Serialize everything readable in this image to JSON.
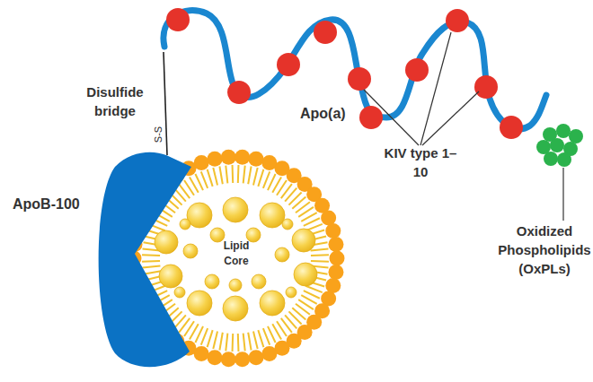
{
  "diagram": {
    "nodes": [
      {
        "text": [
          "Apo(a)"
        ]
      },
      {
        "text": [
          "ApoB-100"
        ]
      },
      {
        "text": [
          "Lipid Core"
        ]
      }
    ],
    "edges": [
      {
        "from": 1,
        "to": 0,
        "arrow": "none",
        "label": "S-S"
      }
    ],
    "labels": [
      "Disulfide bridge",
      "KIV type 1–10",
      "Oxidized Phospholipids (OxPLs)"
    ]
  }
}
